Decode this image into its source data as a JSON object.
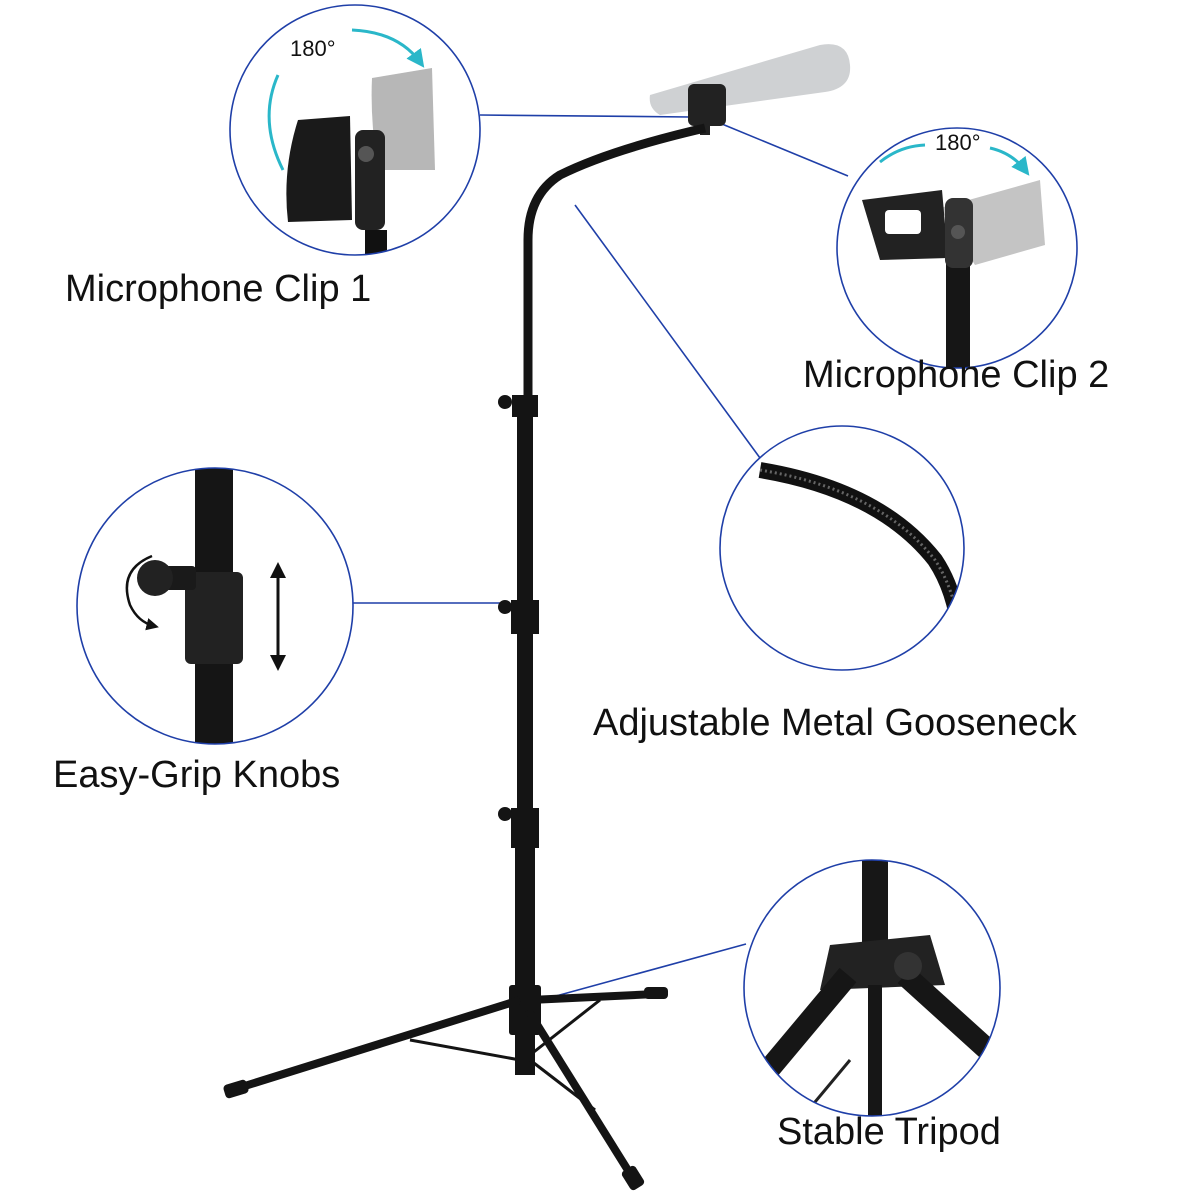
{
  "captions": {
    "clip1": "Microphone Clip 1",
    "clip2": "Microphone Clip 2",
    "gooseneck": "Adjustable Metal Gooseneck",
    "knobs": "Easy-Grip Knobs",
    "tripod": "Stable Tripod"
  },
  "rotation_labels": {
    "clip1": "180°",
    "clip2": "180°"
  },
  "colors": {
    "callout_line": "#1f3fa8",
    "rotation_arrow": "#2ab7c9",
    "metal": "#141414"
  },
  "icons": [
    "rotate-arrow-icon",
    "up-down-arrow-icon"
  ]
}
